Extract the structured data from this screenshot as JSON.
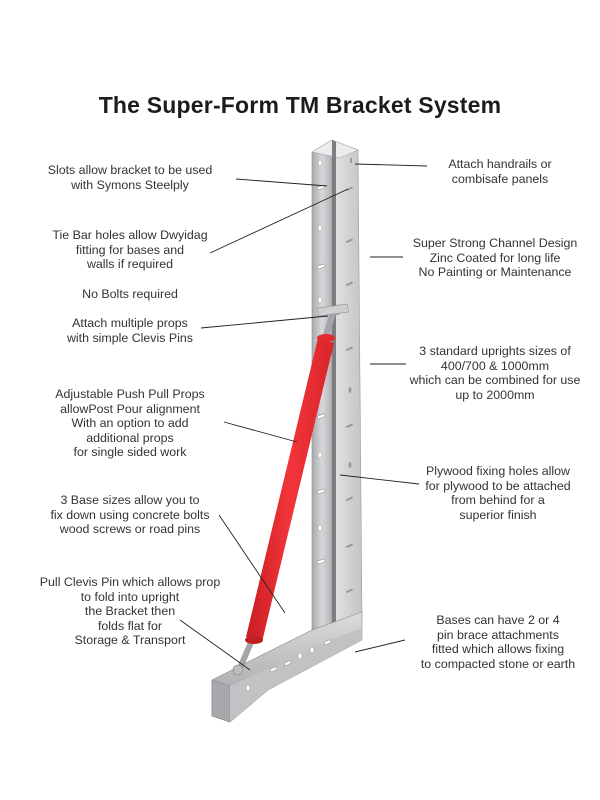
{
  "title": "The Super-Form TM Bracket System",
  "labels": {
    "slots": [
      "Slots allow bracket to be used",
      "with Symons Steelply"
    ],
    "tie_bar": [
      "Tie Bar holes allow Dwyidag",
      "fitting for bases and",
      "walls if required"
    ],
    "no_bolts": [
      "No Bolts required"
    ],
    "attach_props": [
      "Attach multiple props",
      "with simple Clevis Pins"
    ],
    "adjustable": [
      "Adjustable Push Pull Props",
      "allowPost Pour alignment",
      "With an option to add",
      "additional props",
      "for single sided work"
    ],
    "base_sizes": [
      "3 Base sizes allow you to",
      "fix down using concrete bolts",
      "wood screws or road pins"
    ],
    "pull_clevis": [
      "Pull Clevis Pin which allows prop",
      "to fold into upright",
      "the Bracket then",
      "folds flat for",
      "Storage & Transport"
    ],
    "handrails": [
      "Attach handrails or",
      "combisafe panels"
    ],
    "channel": [
      "Super Strong Channel Design",
      "Zinc Coated for long life",
      "No Painting or Maintenance"
    ],
    "uprights": [
      "3 standard uprights sizes of",
      "400/700 & 1000mm",
      "which can be combined for use",
      "up to 2000mm"
    ],
    "plywood": [
      "Plywood fixing holes allow",
      "for plywood to be attached",
      "from behind for a",
      "superior finish"
    ],
    "bases_pins": [
      "Bases can have 2 or 4",
      "pin brace attachments",
      "fitted which allows fixing",
      "to compacted stone or earth"
    ]
  },
  "colors": {
    "prop_red": "#e8262b",
    "steel": "#c9c9cb",
    "steel_dark": "#8e8e92",
    "text": "#333333",
    "leader": "#222222"
  }
}
